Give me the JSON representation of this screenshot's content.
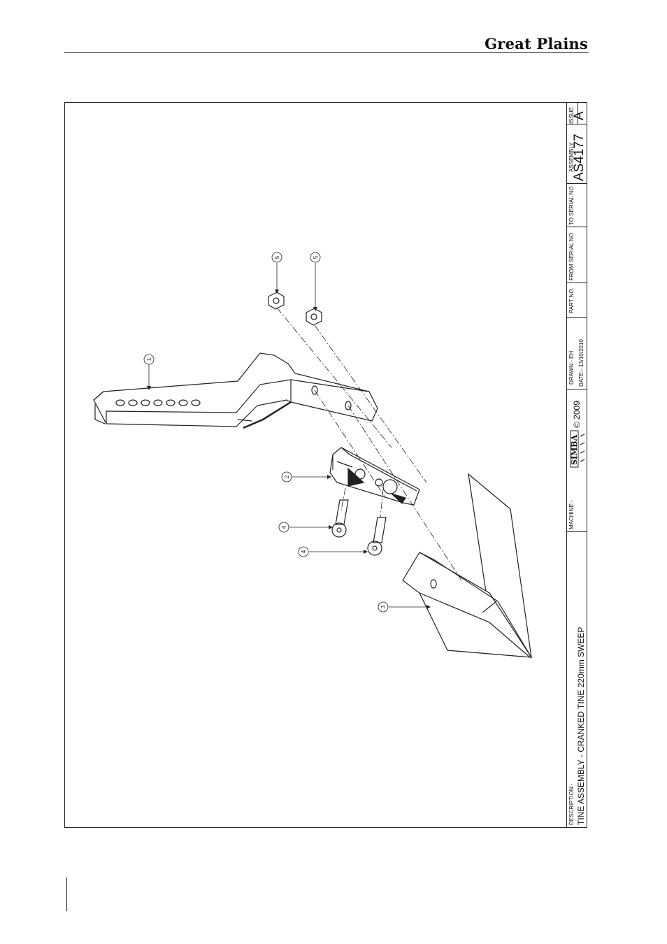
{
  "header": {
    "brand": "Great Plains"
  },
  "title_block": {
    "issue_label": "ISSUE",
    "issue_value": "A",
    "assembly_label": "ASSEMBLY",
    "assembly_value": "AS4177",
    "to_serial_label": "TO SERIAL NO",
    "from_serial_label": "FROM SERIAL NO",
    "part_no_label": "PART NO.",
    "drawn_label": "DRAWN:- EH",
    "date_label": "DATE:- 13/10/2010",
    "copyright": "© 2009",
    "logo_text": "SIMBA",
    "machine_label": "MACHINE:-",
    "description_label": "DESCRIPTION:-",
    "description_value": "TINE ASSEMBLY - CRANKED TINE 220mm SWEEP"
  },
  "callouts": [
    {
      "id": "callout-1",
      "label": "1"
    },
    {
      "id": "callout-2",
      "label": "2"
    },
    {
      "id": "callout-3",
      "label": "3"
    },
    {
      "id": "callout-4a",
      "label": "4"
    },
    {
      "id": "callout-4b",
      "label": "4"
    },
    {
      "id": "callout-5a",
      "label": "5"
    },
    {
      "id": "callout-5b",
      "label": "5"
    }
  ]
}
